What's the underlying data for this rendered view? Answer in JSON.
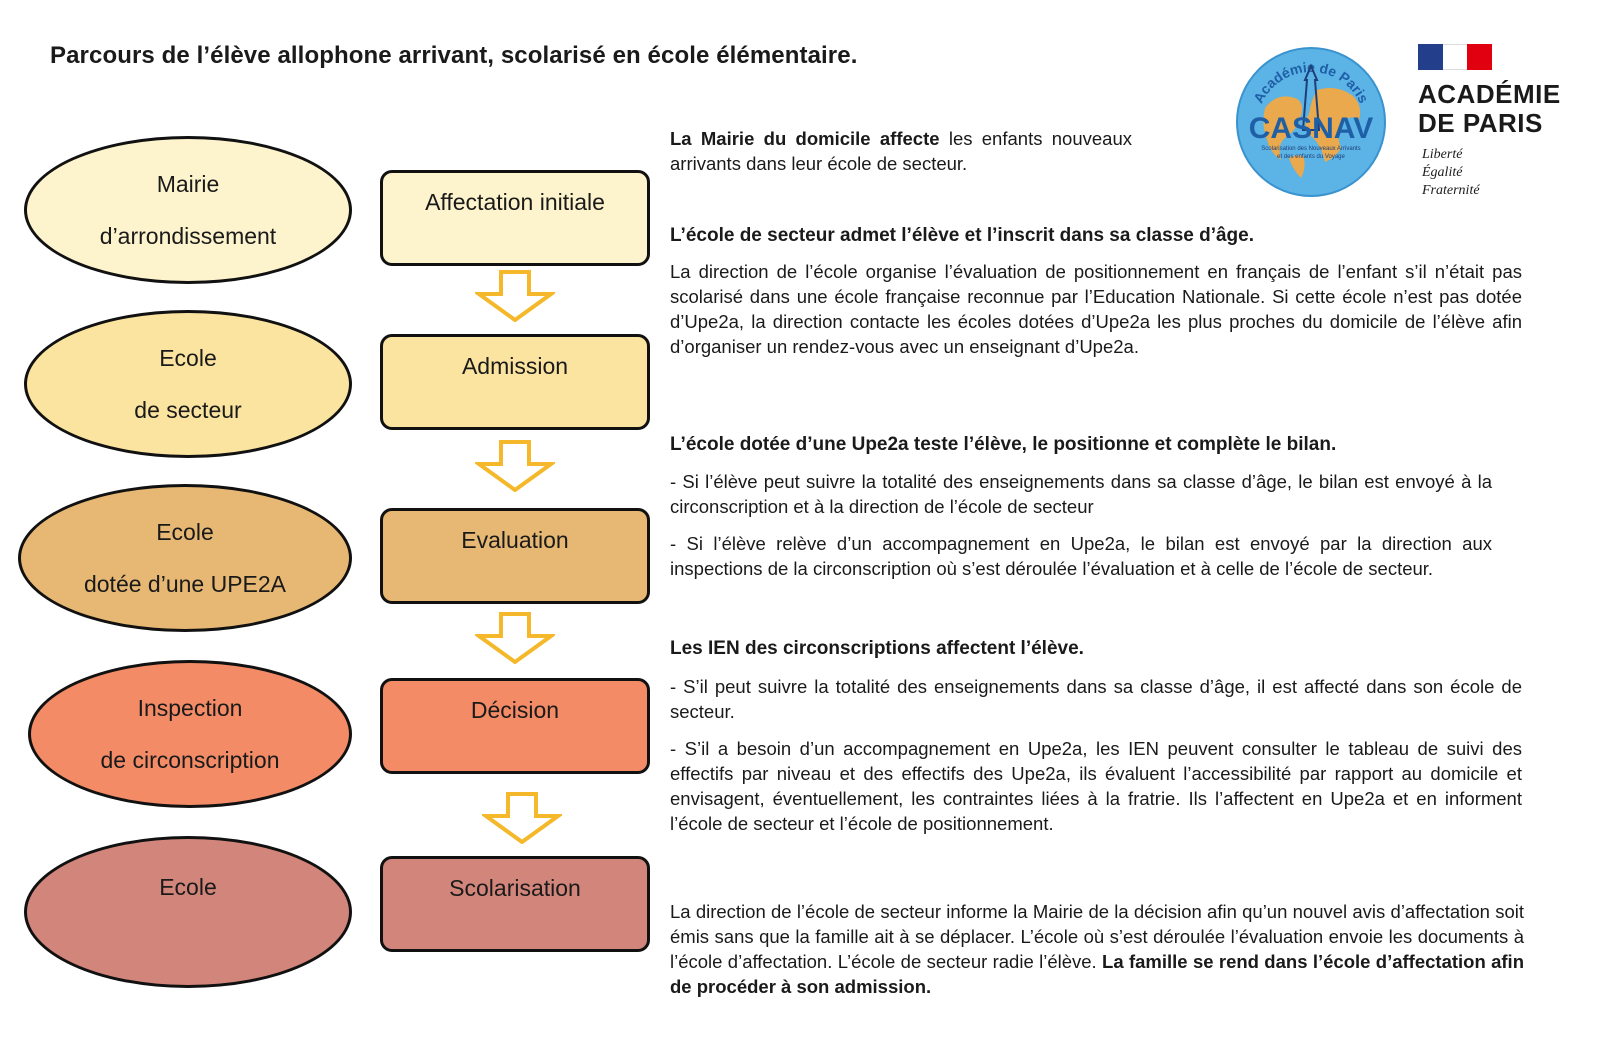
{
  "title": "Parcours de l’élève allophone arrivant, scolarisé en école élémentaire.",
  "logos": {
    "casnav_ring_text": "Académie de Paris",
    "casnav_name": "CASNAV",
    "casnav_subtitle_1": "Scolarisation des Nouveaux Arrivants",
    "casnav_subtitle_2": "et des enfants du Voyage",
    "republic_name_1": "ACADÉMIE",
    "republic_name_2": "DE PARIS",
    "motto_1": "Liberté",
    "motto_2": "Égalité",
    "motto_3": "Fraternité"
  },
  "colors": {
    "stage1": "#fdf3cc",
    "stage2": "#fae49f",
    "stage3": "#e7b873",
    "stage4": "#f28b66",
    "stage5": "#d2857b",
    "arrow": "#f4b82a"
  },
  "actors": [
    {
      "line1": "Mairie",
      "line2": "d’arrondissement"
    },
    {
      "line1": "Ecole",
      "line2": "de secteur"
    },
    {
      "line1": "Ecole",
      "line2": "dotée d’une UPE2A"
    },
    {
      "line1": "Inspection",
      "line2": "de circonscription"
    },
    {
      "line1": "Ecole",
      "line2": ""
    }
  ],
  "steps": [
    "Affectation initiale",
    "Admission",
    "Evaluation",
    "Décision",
    "Scolarisation"
  ],
  "text": {
    "p1_bold": "La Mairie du domicile affecte",
    "p1_rest": " les enfants nouveaux arrivants dans leur école de secteur.",
    "h2": "L’école de secteur admet l’élève et l’inscrit dans sa classe d’âge.",
    "p2": "La direction de l’école organise l’évaluation de positionnement en français de l’enfant s’il n’était pas scolarisé dans une école française reconnue par l’Education Nationale. Si cette école n’est pas dotée d’Upe2a, la direction contacte les écoles dotées d’Upe2a les plus proches du domicile de l’élève afin d’organiser un rendez-vous avec un enseignant d’Upe2a.",
    "h3": "L’école dotée d’une Upe2a teste l’élève, le positionne et complète le bilan.",
    "p3a": "- Si l’élève peut suivre la totalité des enseignements dans sa classe d’âge,  le bilan est envoyé à la circonscription et à la direction de l’école de secteur",
    "p3b": "- Si l’élève relève d’un accompagnement en Upe2a, le bilan est envoyé par la direction aux inspections de la circonscription où s’est déroulée l’évaluation et à celle de l’école de secteur.",
    "h4": "Les IEN des circonscriptions affectent l’élève.",
    "p4a": "- S’il peut suivre la totalité des enseignements dans sa classe d’âge, il est affecté dans son école de secteur.",
    "p4b": "- S’il a besoin d’un accompagnement en Upe2a, les IEN peuvent consulter le tableau de suivi des effectifs par niveau et des effectifs des Upe2a, ils évaluent l’accessibilité par rapport au domicile et envisagent, éventuellement, les contraintes liées à la fratrie. Ils l’affectent en Upe2a et en informent l’école de secteur et l’école de positionnement.",
    "p5_normal": "La direction de l’école de secteur informe la Mairie de la décision afin qu’un nouvel avis d’affectation soit émis sans que la famille ait à se déplacer. L’école où s’est déroulée l’évaluation envoie les documents à l’école d’affectation. L’école de secteur radie l’élève. ",
    "p5_bold": "La famille se rend dans l’école d’affectation afin de procéder à son admission."
  }
}
